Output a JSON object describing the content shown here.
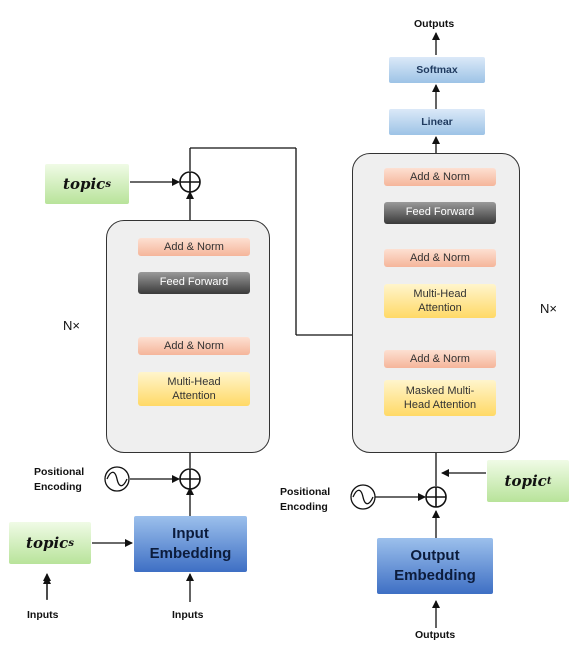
{
  "encoder": {
    "add_norm_1": "Add & Norm",
    "feed_forward": "Feed Forward",
    "add_norm_2": "Add & Norm",
    "mha_line1": "Multi-Head",
    "mha_line2": "Attention",
    "nx": "N×",
    "positional_label_1": "Positional",
    "positional_label_2": "Encoding",
    "embed_line1": "Input",
    "embed_line2": "Embedding",
    "inputs_label_left": "Inputs",
    "inputs_label_right": "Inputs",
    "topic_top": "topic",
    "topic_top_sub": "s",
    "topic_bottom": "topic",
    "topic_bottom_sub": "s"
  },
  "decoder": {
    "outputs_top": "Outputs",
    "softmax": "Softmax",
    "linear": "Linear",
    "add_norm_top": "Add & Norm",
    "feed_forward": "Feed Forward",
    "add_norm_mid": "Add & Norm",
    "mha_line1": "Multi-Head",
    "mha_line2": "Attention",
    "add_norm_bottom": "Add & Norm",
    "masked_line1": "Masked Multi-",
    "masked_line2": "Head Attention",
    "nx": "N×",
    "positional_label_1": "Positional",
    "positional_label_2": "Encoding",
    "embed_line1": "Output",
    "embed_line2": "Embedding",
    "outputs_bottom": "Outputs",
    "topic": "topic",
    "topic_sub": "t"
  },
  "colors": {
    "add_norm": "#f5b59a",
    "feed_forward": "#3a3a3a",
    "attention": "#ffd966",
    "output_layers": "#9dc3e6",
    "embedding": "#3e6fc4",
    "topic": "#b8e39a",
    "stack_bg": "#efefef"
  },
  "icons": {
    "adder": "circle-plus-icon",
    "positional": "sine-wave-icon"
  }
}
